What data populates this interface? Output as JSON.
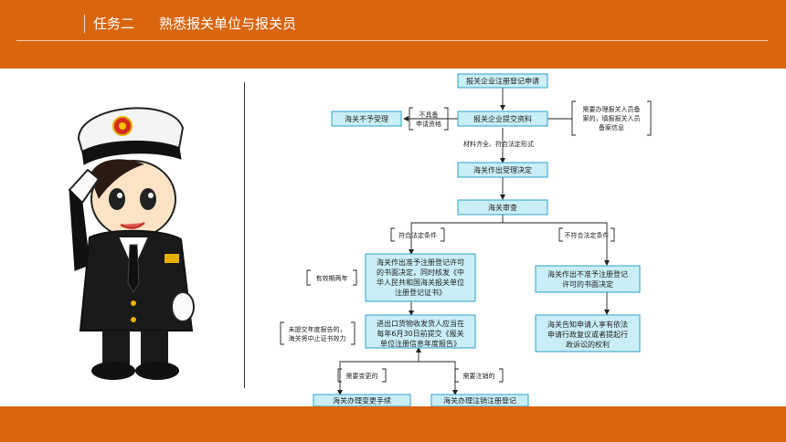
{
  "header": {
    "task_label": "任务二",
    "topic": "熟悉报关单位与报关员"
  },
  "colors": {
    "accent": "#d9650f",
    "box_fill": "#c9eef7",
    "box_stroke": "#2aa3c8"
  },
  "illustration": {
    "icon": "customs-officer-saluting"
  },
  "flow": {
    "apply": "报关企业注册登记申请",
    "submit": "报关企业提交资料",
    "reject": "海关不予受理",
    "not_qualified": [
      "不具备",
      "申请资格"
    ],
    "filing_note": [
      "需要办理报关人员备",
      "案的，填报报关人员",
      "备案信息"
    ],
    "complete_note": "材料齐全、符合法定形式",
    "accept": "海关作出受理决定",
    "review": "海关审查",
    "meets": "符合法定条件",
    "not_meets": "不符合法定条件",
    "permit": [
      "海关作出准予注册登记许可",
      "的书面决定，同时核发《中",
      "华人民共和国海关报关单位",
      "注册登记证书》"
    ],
    "validity": "有效期两年",
    "deny": [
      "海关作出不准予注册登记",
      "许可的书面决定"
    ],
    "annual": [
      "进出口货物收发货人应当在",
      "每年6月30日前提交《报关",
      "单位注册信息年度报告》"
    ],
    "annual_note": [
      "未提交年度报告的，",
      "海关将中止证书效力"
    ],
    "rights": [
      "海关告知申请人享有依法",
      "申请行政复议或者提起行",
      "政诉讼的权利"
    ],
    "need_change": "需要变更的",
    "need_cancel": "需要注销的",
    "change": "海关办理变更手续",
    "cancel": "海关办理注销注册登记"
  }
}
